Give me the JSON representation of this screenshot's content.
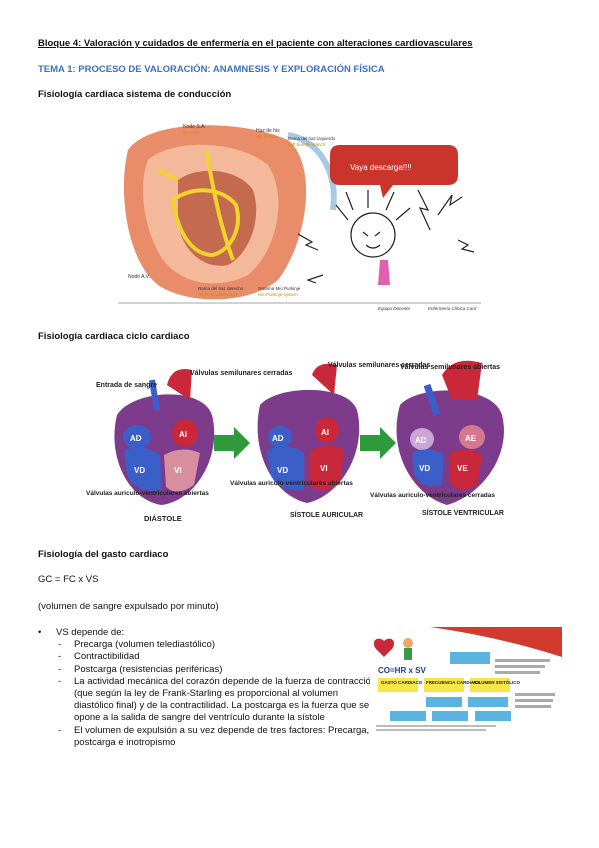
{
  "header": {
    "block_title": "Bloque 4: Valoración y cuidados de enfermería en el paciente con alteraciones cardiovasculares",
    "topic_title": "TEMA 1: PROCESO DE VALORACIÓN: ANAMNESIS Y EXPLORACIÓN FÍSICA"
  },
  "section1": {
    "heading": "Fisiología cardiaca sistema de conducción",
    "figure": {
      "labels": {
        "sa_node": "Nodo S.A.",
        "sa_node_en": "SA node",
        "his_bundle": "Haz de his",
        "his_bundle_en": "His bundle",
        "left_branch": "Rama del haz izquierdo",
        "left_branch_en": "Left bundle branch",
        "av_node": "Nodo A.V.",
        "right_branch": "Rama del haz derecho",
        "right_branch_en": "Right bundle branch",
        "purkinje": "Sistema Mio Purkinje",
        "purkinje_en": "His-Purkinje system",
        "speech": "Vaya descarga!!!!",
        "footer_left": "Equipo Docente",
        "footer_right": "Enfermería Clínica Card"
      }
    }
  },
  "section2": {
    "heading": "Fisiología cardiaca ciclo cardiaco",
    "figure": {
      "entrada": "Entrada de sangre",
      "semilunar_closed": "Válvulas semilunares cerradas",
      "semilunar_closed_2": "Válvulas semilunares cerradas",
      "semilunar_open": "Válvulas semilunares abiertas",
      "av_open": "Válvulas auriculo-ventriculares abiertas",
      "av_open_2": "Válvulas auriculo-ventriculares abiertas",
      "av_closed": "Válvulas auriculo-ventriculares cerradas",
      "diastole": "DIÁSTOLE",
      "sistole_auricular": "SÍSTOLE AURICULAR",
      "sistole_ventricular": "SÍSTOLE VENTRICULAR",
      "ad": "AD",
      "ai": "AI",
      "vd": "VD",
      "vi": "VI",
      "ae": "AE",
      "ve": "VE"
    }
  },
  "section3": {
    "heading": "Fisiología del gasto cardiaco",
    "formula": "GC = FC x VS",
    "formula_note": "(volumen de sangre expulsado por minuto)",
    "bullet": "VS depende de:",
    "items": [
      "Precarga (volumen telediastólico)",
      "Contractibilidad",
      "Postcarga (resistencias periféricas)",
      "La actividad mecánica del corazón depende de la fuerza de contracción (que según la ley de Frank-Starling es proporcional al volumen diastólico final) y de la contractilidad. La postcarga es la fuerza que se opone a la salida de sangre del ventrículo durante la sístole",
      "El volumen de expulsión a su vez depende de tres factores: Precarga, postcarga e inotropismo"
    ],
    "figure": {
      "formula": "CO=HR x SV",
      "gasto": "GASTO CARDIACO",
      "frecuencia": "FRECUENCIA CARDIACA",
      "volumen": "VOLUMEN SISTÓLICO"
    }
  }
}
